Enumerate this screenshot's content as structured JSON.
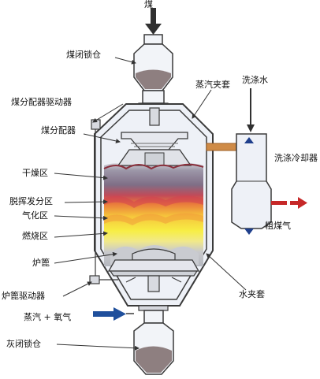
{
  "labels": {
    "coal": "煤",
    "coal_lock": "煤闭锁仓",
    "distributor_driver": "煤分配器驱动器",
    "distributor": "煤分配器",
    "steam_jacket": "蒸汽夹套",
    "wash_water": "洗涤水",
    "scrubber": "洗涤冷却器",
    "drying_zone": "干燥区",
    "devolatilization_zone": "脱挥发分区",
    "gasification_zone": "气化区",
    "combustion_zone": "燃烧区",
    "grate": "炉篦",
    "grate_driver": "炉篦驱动器",
    "crude_gas": "粗煤气",
    "water_jacket": "水夹套",
    "steam_oxygen": "蒸汽 + 氧气",
    "ash_lock": "灰闭锁仓"
  },
  "colors": {
    "outline": "#3a3a3a",
    "vessel_fill": "#eef1f7",
    "lock_fill": "#f2f4f8",
    "coal_fill": "#8e7f80",
    "feed_arrow": "#303030",
    "steam_arrow": "#1f4f9c",
    "gas_arrow": "#c62828",
    "pipe": "#cf8b47",
    "zone_dry": "#9a94a6",
    "zone_devol": "#c24a58",
    "zone_gas": "#f4c53a",
    "zone_burn": "#f5ee45",
    "zone_ash": "#b9bcc3"
  }
}
